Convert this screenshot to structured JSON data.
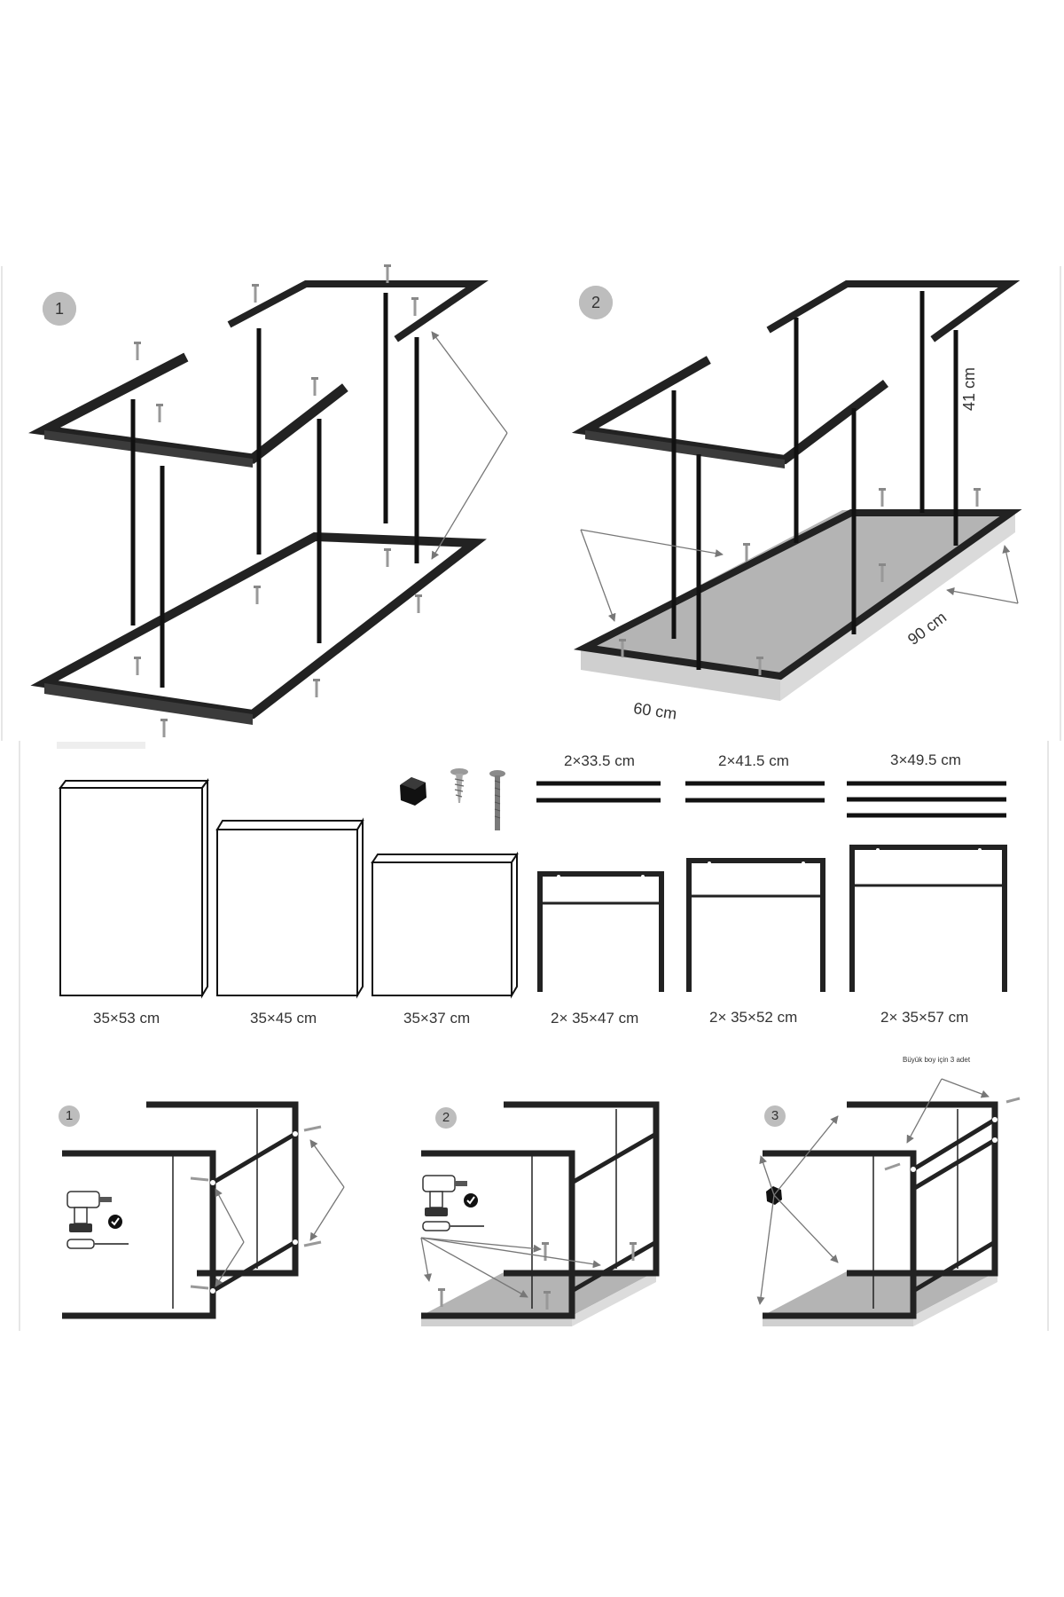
{
  "top_steps": [
    {
      "number": "1"
    },
    {
      "number": "2"
    }
  ],
  "top_dimensions": {
    "height": "41 cm",
    "length": "90 cm",
    "width": "60 cm"
  },
  "rod_sets": [
    {
      "label": "2×33.5 cm"
    },
    {
      "label": "2×41.5 cm"
    },
    {
      "label": "3×49.5 cm"
    }
  ],
  "boards": [
    {
      "label": "35×53 cm"
    },
    {
      "label": "35×45 cm"
    },
    {
      "label": "35×37 cm"
    }
  ],
  "frames": [
    {
      "label": "2× 35×47 cm"
    },
    {
      "label": "2× 35×52 cm"
    },
    {
      "label": "2× 35×57 cm"
    }
  ],
  "hardware": [
    {
      "name": "plastic-foot-cap"
    },
    {
      "name": "wood-screw"
    },
    {
      "name": "bolt"
    }
  ],
  "bottom_steps": [
    {
      "number": "1"
    },
    {
      "number": "2"
    },
    {
      "number": "3"
    }
  ],
  "note": "Büyük boy için 3 adet",
  "icons": [
    "power-drill-icon",
    "screwdriver-icon",
    "check-icon",
    "arrow-icon"
  ]
}
